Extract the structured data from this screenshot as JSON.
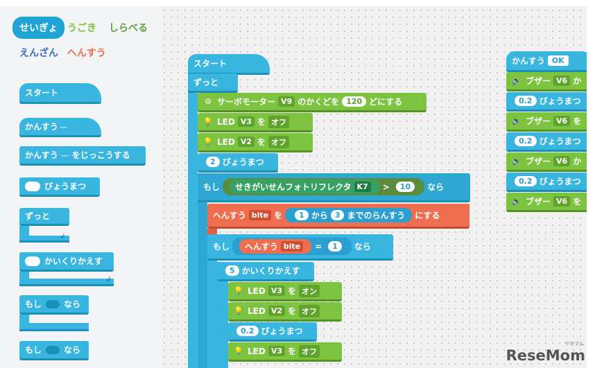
{
  "categories": [
    {
      "label": "せいぎょ",
      "color": "#1fa4d4"
    },
    {
      "label": "うごき",
      "color": "#7cc340"
    },
    {
      "label": "しらべる",
      "color": "#5ba33b"
    },
    {
      "label": "えんざん",
      "color": "#3a6ec5"
    },
    {
      "label": "へんすう",
      "color": "#ef6e4f"
    }
  ],
  "palette": {
    "start": "スタート",
    "func": "かんすう",
    "func_run_a": "かんすう",
    "func_run_b": "をじっこうする",
    "wait": "びょうまつ",
    "forever": "ずっと",
    "repeat": "かいくりかえす",
    "if1_a": "もし",
    "if1_b": "なら",
    "if2_a": "もし",
    "if2_b": "なら"
  },
  "script": {
    "start": "スタート",
    "forever": "ずっと",
    "servo": {
      "a": "サーボモーター",
      "port": "V9",
      "b": "のかくどを",
      "val": "120",
      "c": "どにする"
    },
    "led1": {
      "a": "LED",
      "port": "V3",
      "b": "を",
      "state": "オフ"
    },
    "led2": {
      "a": "LED",
      "port": "V2",
      "b": "を",
      "state": "オフ"
    },
    "wait": {
      "val": "2",
      "a": "びょうまつ"
    },
    "if_outer": {
      "a": "もし",
      "sensor": "せきがいせんフォトリフレクタ",
      "port": "K7",
      "op": ">",
      "val": "10",
      "b": "なら"
    },
    "set_var": {
      "a": "へんすう",
      "var": "bite",
      "b": "を",
      "from": "1",
      "c": "から",
      "to": "3",
      "d": "までのらんすう",
      "e": "にする"
    },
    "if_inner": {
      "a": "もし",
      "b": "へんすう",
      "var": "bite",
      "op": "=",
      "val": "1",
      "c": "なら"
    },
    "repeat": {
      "val": "5",
      "a": "かいくりかえす"
    },
    "led3": {
      "a": "LED",
      "port": "V3",
      "b": "を",
      "state": "オン"
    },
    "led4": {
      "a": "LED",
      "port": "V2",
      "b": "を",
      "state": "オフ"
    },
    "wait2": {
      "val": "0.2",
      "a": "びょうまつ"
    },
    "led5": {
      "a": "LED",
      "port": "V3",
      "b": "を",
      "state": "オフ"
    }
  },
  "func_script": {
    "header": "かんすう",
    "name": "OK",
    "buzzer1": {
      "a": "ブザー",
      "port": "V6",
      "b": "か"
    },
    "wait1": {
      "val": "0.2",
      "a": "びょうまつ"
    },
    "buzzer2": {
      "a": "ブザー",
      "port": "V6",
      "b": "を"
    },
    "wait2": {
      "val": "0.2",
      "a": "びょうまつ"
    },
    "buzzer3": {
      "a": "ブザー",
      "port": "V6",
      "b": "か"
    },
    "wait3": {
      "val": "0.2",
      "a": "びょうまつ"
    },
    "buzzer4": {
      "a": "ブザー",
      "port": "V6",
      "b": "を"
    }
  },
  "watermark": {
    "text": "ReseMom",
    "small": "リセマム"
  }
}
